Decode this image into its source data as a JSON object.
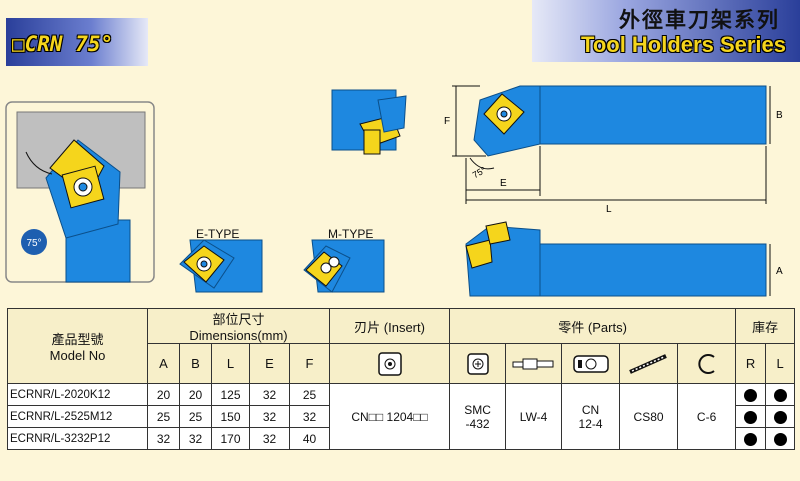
{
  "header": {
    "badge": "□CRN 75°",
    "title_cn": "外徑車刀架系列",
    "title_en": "Tool Holders Series"
  },
  "drawings": {
    "angle_label": "75°",
    "e_type_label": "E-TYPE",
    "m_type_label": "M-TYPE",
    "dim_F": "F",
    "dim_B": "B",
    "dim_E": "E",
    "dim_L": "L",
    "dim_A": "A",
    "dim_angle": "75°"
  },
  "table": {
    "model_cn": "產品型號",
    "model_en": "Model No",
    "dims_cn": "部位尺寸",
    "dims_en": "Dimensions(mm)",
    "insert_header": "刃片 (Insert)",
    "parts_header": "零件 (Parts)",
    "stock_header": "庫存",
    "dim_cols": [
      "A",
      "B",
      "L",
      "E",
      "F"
    ],
    "stock_cols": [
      "R",
      "L"
    ],
    "rows": [
      {
        "model": "ECRNR/L-2020K12",
        "A": "20",
        "B": "20",
        "L": "125",
        "E": "32",
        "F": "25"
      },
      {
        "model": "ECRNR/L-2525M12",
        "A": "25",
        "B": "25",
        "L": "150",
        "E": "32",
        "F": "32"
      },
      {
        "model": "ECRNR/L-3232P12",
        "A": "32",
        "B": "32",
        "L": "170",
        "E": "32",
        "F": "40"
      }
    ],
    "insert_value": "CN□□ 1204□□",
    "parts": [
      "SMC\n-432",
      "LW-4",
      "CN\n12-4",
      "CS80",
      "C-6"
    ],
    "parts_lines": [
      [
        "SMC",
        "-432"
      ],
      [
        "LW-4"
      ],
      [
        "CN",
        "12-4"
      ],
      [
        "CS80"
      ],
      [
        "C-6"
      ]
    ]
  },
  "colors": {
    "background": "#fdf6d8",
    "holder_blue": "#1e88e0",
    "insert_yellow": "#f5d51c",
    "header_blue": "#2a3f9a"
  }
}
